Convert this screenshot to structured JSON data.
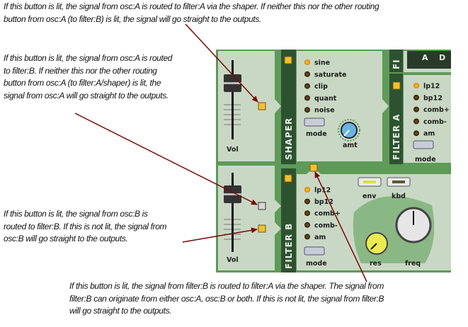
{
  "annotations": {
    "osc_a_to_shaper": [
      "If this button is lit, the signal from osc:A is routed to filter:A via the shaper. If neither this nor the other routing",
      "button from osc:A (to filter:B) is lit, the signal will go straight to the outputs."
    ],
    "osc_a_to_filter_b": [
      "If this button is lit, the signal from osc:A is routed",
      "to filter:B. If neither this nor the other routing",
      "button from osc:A (to filter:A/shaper) is lit, the",
      "signal from osc:A will go straight to the outputs."
    ],
    "osc_b_to_filter_b": [
      "If this button is lit, the signal from osc:B is",
      "routed to filter:B. If this is not lit, the signal from",
      "osc:B will go straight to the outputs."
    ],
    "filter_b_to_filter_a": [
      "If this button is lit, the signal from filter:B is routed to filter:A via the shaper. The signal from",
      "filter:B can originate from either osc:A, osc:B or both. If this is not lit, the signal from filter:B",
      "will go straight to the outputs."
    ]
  },
  "synth": {
    "vol_label": "Vol",
    "shaper": {
      "title": "SHAPER",
      "modes": [
        "sine",
        "saturate",
        "clip",
        "quant",
        "noise"
      ],
      "active": 0,
      "mode_label": "mode",
      "knob_label": "amt"
    },
    "filter_a": {
      "title": "FILTER A",
      "title_partial": "FI",
      "modes": [
        "lp12",
        "bp12",
        "comb+",
        "comb-",
        "am"
      ],
      "active": 0,
      "mode_label": "mode",
      "env_letters": [
        "A",
        "D"
      ]
    },
    "filter_b": {
      "title": "FILTER B",
      "modes": [
        "lp12",
        "bp12",
        "comb+",
        "comb-",
        "am"
      ],
      "active": 0,
      "mode_label": "mode",
      "env_label": "env",
      "kbd_label": "kbd",
      "res_label": "res",
      "freq_label": "freq"
    },
    "routing": {
      "osc_a_to_shaper": true,
      "osc_a_to_filter_b": false,
      "osc_b_to_filter_b": true,
      "filter_b_to_filter_a": true
    }
  },
  "colors": {
    "panel": "#c9d8c4",
    "strip": "#2d5230",
    "frame": "#5e9a58",
    "arrow": "#7a0808",
    "lit": "#f5c02a"
  }
}
